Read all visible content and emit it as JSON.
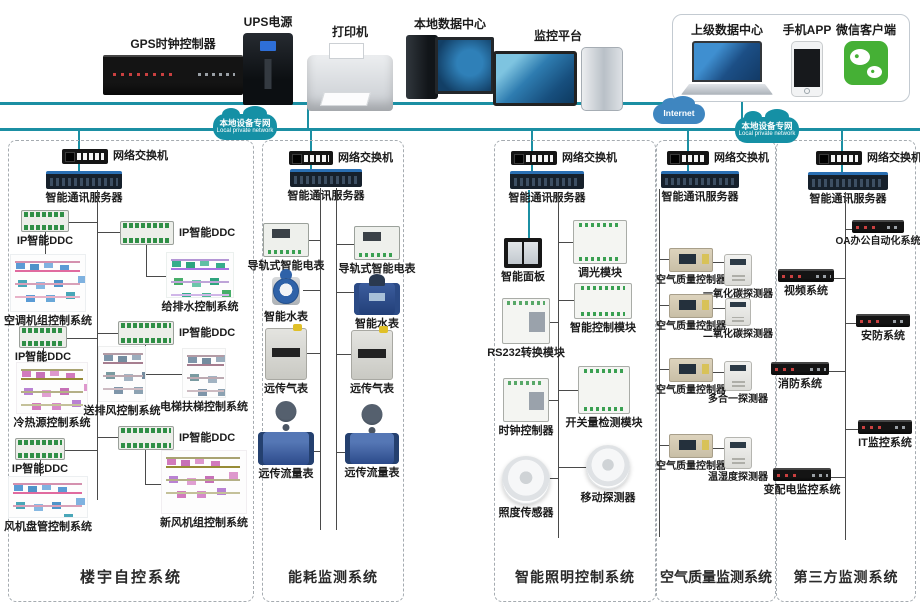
{
  "palette": {
    "bus_teal": "#1b8fa3",
    "cloud_teal": "#1590a5",
    "internet_blue": "#3f86c0",
    "wechat_green": "#45b035"
  },
  "top": {
    "devices": [
      {
        "label": "GPS时钟控制器"
      },
      {
        "label": "UPS电源"
      },
      {
        "label": "打印机"
      },
      {
        "label": "本地数据中心"
      },
      {
        "label": "监控平台"
      }
    ]
  },
  "remote_box": {
    "devices": [
      {
        "label": "上级数据中心"
      },
      {
        "label": "手机APP"
      },
      {
        "label": "微信客户端"
      }
    ]
  },
  "network": {
    "internet": "Internet",
    "private_net": {
      "title": "本地设备专网",
      "subtitle": "Local private network"
    }
  },
  "columns": [
    {
      "title": "楼宇自控系统",
      "switch_label": "网络交换机",
      "server_label": "智能通讯服务器",
      "nodes": [
        {
          "label": "IP智能DDC"
        },
        {
          "label": "空调机组控制系统"
        },
        {
          "label": "IP智能DDC"
        },
        {
          "label": "冷热源控制系统"
        },
        {
          "label": "IP智能DDC"
        },
        {
          "label": "风机盘管控制系统"
        },
        {
          "label": "给排水控制系统"
        },
        {
          "label": "IP智能DDC"
        },
        {
          "label": "IP智能DDC"
        },
        {
          "label": "送排风控制系统"
        },
        {
          "label": "电梯扶梯控制系统"
        },
        {
          "label": "IP智能DDC"
        },
        {
          "label": "新风机组控制系统"
        }
      ]
    },
    {
      "title": "能耗监测系统",
      "switch_label": "网络交换机",
      "server_label": "智能通讯服务器",
      "nodes": [
        {
          "label": "导轨式智能电表"
        },
        {
          "label": "导轨式智能电表"
        },
        {
          "label": "智能水表"
        },
        {
          "label": "智能水表"
        },
        {
          "label": "远传气表"
        },
        {
          "label": "远传气表"
        },
        {
          "label": "远传流量表"
        },
        {
          "label": "远传流量表"
        }
      ]
    },
    {
      "title": "智能照明控制系统",
      "switch_label": "网络交换机",
      "server_label": "智能通讯服务器",
      "nodes": [
        {
          "label": "智能面板"
        },
        {
          "label": "调光模块"
        },
        {
          "label": "RS232转换模块"
        },
        {
          "label": "智能控制模块"
        },
        {
          "label": "时钟控制器"
        },
        {
          "label": "开关量检测模块"
        },
        {
          "label": "照度传感器"
        },
        {
          "label": "移动探测器"
        }
      ]
    },
    {
      "title": "空气质量监测系统",
      "switch_label": "网络交换机",
      "server_label": "智能通讯服务器",
      "nodes": [
        {
          "label": "空气质量控制器"
        },
        {
          "label": "一氧化碳探测器"
        },
        {
          "label": "空气质量控制器"
        },
        {
          "label": "二氧化碳探测器"
        },
        {
          "label": "空气质量控制器"
        },
        {
          "label": "多合一探测器"
        },
        {
          "label": "空气质量控制器"
        },
        {
          "label": "温湿度探测器"
        }
      ]
    },
    {
      "title": "第三方监测系统",
      "switch_label": "网络交换机",
      "server_label": "智能通讯服务器",
      "nodes": [
        {
          "label": "OA办公自动化系统"
        },
        {
          "label": "视频系统"
        },
        {
          "label": "安防系统"
        },
        {
          "label": "消防系统"
        },
        {
          "label": "IT监控系统"
        },
        {
          "label": "变配电监控系统"
        }
      ]
    }
  ]
}
